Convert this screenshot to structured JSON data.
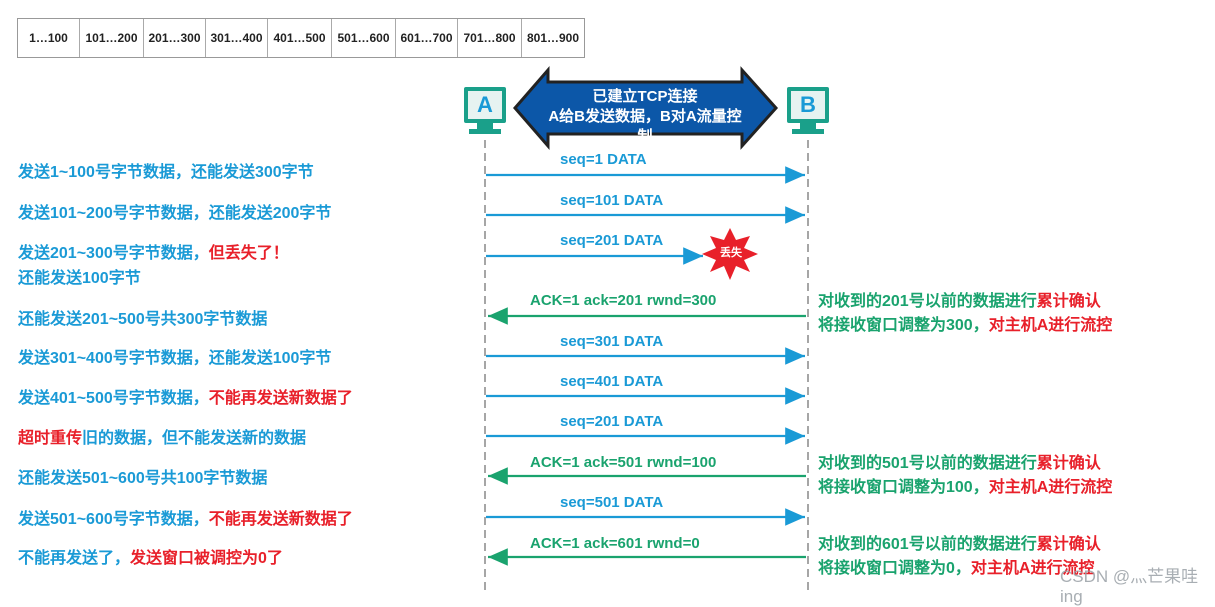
{
  "buffer": [
    "1…100",
    "101…200",
    "201…300",
    "301…400",
    "401…500",
    "501…600",
    "601…700",
    "701…800",
    "801…900"
  ],
  "hosts": {
    "a": "A",
    "b": "B"
  },
  "banner": {
    "line1": "已建立TCP连接",
    "line2": "A给B发送数据，B对A流量控制"
  },
  "lost_label": "丢失",
  "messages": [
    {
      "text": "seq=1   DATA",
      "kind": "seq"
    },
    {
      "text": "seq=101   DATA",
      "kind": "seq"
    },
    {
      "text": "seq=201   DATA",
      "kind": "seq"
    },
    {
      "text": "ACK=1   ack=201   rwnd=300",
      "kind": "ack"
    },
    {
      "text": "seq=301   DATA",
      "kind": "seq"
    },
    {
      "text": "seq=401   DATA",
      "kind": "seq"
    },
    {
      "text": "seq=201   DATA",
      "kind": "seq"
    },
    {
      "text": "ACK=1   ack=501   rwnd=100",
      "kind": "ack"
    },
    {
      "text": "seq=501   DATA",
      "kind": "seq"
    },
    {
      "text": "ACK=1   ack=601   rwnd=0",
      "kind": "ack"
    }
  ],
  "left_notes": [
    {
      "parts": [
        {
          "t": "发送1~100号字节数据，还能发送300字节",
          "red": false
        }
      ]
    },
    {
      "parts": [
        {
          "t": "发送101~200号字节数据，还能发送200字节",
          "red": false
        }
      ]
    },
    {
      "parts": [
        {
          "t": "发送201~300号字节数据，",
          "red": false
        },
        {
          "t": "但丢失了！",
          "red": true
        }
      ]
    },
    {
      "parts": [
        {
          "t": "还能发送100字节",
          "red": false
        }
      ]
    },
    {
      "parts": [
        {
          "t": "还能发送201~500号共300字节数据",
          "red": false
        }
      ]
    },
    {
      "parts": [
        {
          "t": "发送301~400号字节数据，还能发送100字节",
          "red": false
        }
      ]
    },
    {
      "parts": [
        {
          "t": "发送401~500号字节数据，",
          "red": false
        },
        {
          "t": "不能再发送新数据了",
          "red": true
        }
      ]
    },
    {
      "parts": [
        {
          "t": "超时重传",
          "red": true
        },
        {
          "t": "旧的数据，但不能发送新的数据",
          "red": false
        }
      ]
    },
    {
      "parts": [
        {
          "t": "还能发送501~600号共100字节数据",
          "red": false
        }
      ]
    },
    {
      "parts": [
        {
          "t": "发送501~600号字节数据，",
          "red": false
        },
        {
          "t": "不能再发送新数据了",
          "red": true
        }
      ]
    },
    {
      "parts": [
        {
          "t": "不能再发送了，",
          "red": false
        },
        {
          "t": "发送窗口被调控为0了",
          "red": true
        }
      ]
    }
  ],
  "right_notes": [
    {
      "l1": [
        {
          "t": "对收到的201号以前的数据进行",
          "red": false
        },
        {
          "t": "累计确认",
          "red": true
        }
      ],
      "l2": [
        {
          "t": "将接收窗口调整为300，",
          "red": false
        },
        {
          "t": "对主机A进行流控",
          "red": true
        }
      ]
    },
    {
      "l1": [
        {
          "t": "对收到的501号以前的数据进行",
          "red": false
        },
        {
          "t": "累计确认",
          "red": true
        }
      ],
      "l2": [
        {
          "t": "将接收窗口调整为100，",
          "red": false
        },
        {
          "t": "对主机A进行流控",
          "red": true
        }
      ]
    },
    {
      "l1": [
        {
          "t": "对收到的601号以前的数据进行",
          "red": false
        },
        {
          "t": "累计确认",
          "red": true
        }
      ],
      "l2": [
        {
          "t": "将接收窗口调整为0，",
          "red": false
        },
        {
          "t": "对主机A进行流控",
          "red": true
        }
      ]
    }
  ],
  "watermark": "CSDN @灬芒果哇ing",
  "colors": {
    "seq": "#1a9ad6",
    "ack": "#1aa36e",
    "red": "#e8202a",
    "host": "#1aa08a"
  }
}
